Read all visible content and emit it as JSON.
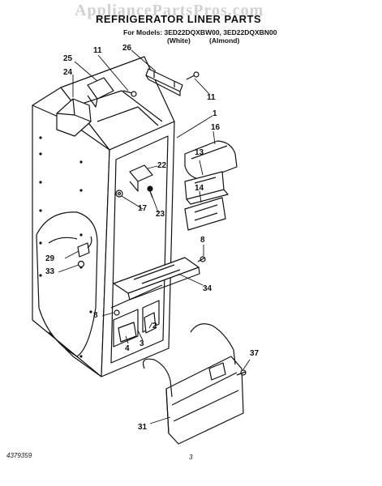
{
  "watermark": "AppliancePartsPros.com",
  "title": "REFRIGERATOR LINER PARTS",
  "models_line": "For Models: 3ED22DQXBW00, 3ED22DQXBN00",
  "color_white": "(White)",
  "color_almond": "(Almond)",
  "callouts": {
    "c11a": "11",
    "c25": "25",
    "c24": "24",
    "c26": "26",
    "c11b": "11",
    "c1": "1",
    "c16": "16",
    "c13": "13",
    "c22": "22",
    "c14": "14",
    "c17": "17",
    "c23": "23",
    "c8a": "8",
    "c29": "29",
    "c33": "33",
    "c34": "34",
    "c8b": "8",
    "c2": "2",
    "c3": "3",
    "c4": "4",
    "c37": "37",
    "c31": "31"
  },
  "footer": {
    "doc_number": "4379359",
    "page_number": "3"
  }
}
